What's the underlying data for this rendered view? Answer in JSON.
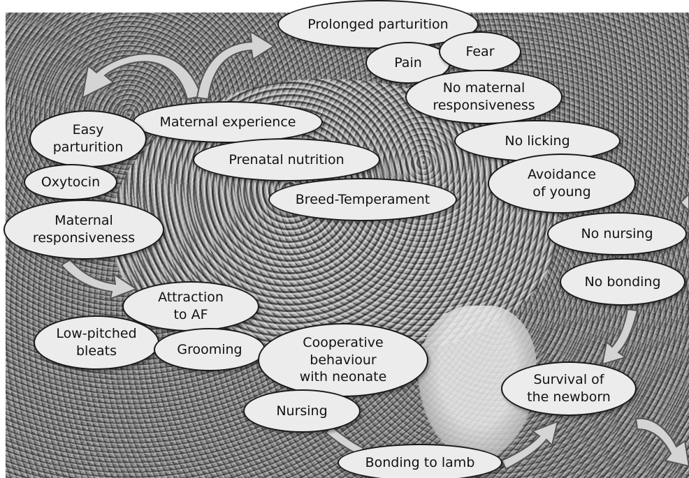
{
  "colors": {
    "bubble_fill": "#ececec",
    "bubble_border": "#1a1a1a",
    "arrow_fill": "#d4d4d4",
    "arrow_stroke": "#555555",
    "photo_tone": "#7f7f7f"
  },
  "background": {
    "icon": "ewe-with-newborn-lamb-photo"
  },
  "nodes": {
    "prolonged_parturition": "Prolonged parturition",
    "pain": "Pain",
    "fear": "Fear",
    "no_maternal_responsiveness": "No maternal\nresponsiveness",
    "no_licking": "No licking",
    "avoidance_of_young": "Avoidance\nof young",
    "no_nursing": "No nursing",
    "no_bonding": "No bonding",
    "survival_of_newborn": "Survival of\nthe newborn",
    "easy_parturition": "Easy\nparturition",
    "maternal_experience": "Maternal experience",
    "prenatal_nutrition": "Prenatal nutrition",
    "breed_temperament": "Breed-Temperament",
    "oxytocin": "Oxytocin",
    "maternal_responsiveness": "Maternal\nresponsiveness",
    "attraction_to_af": "Attraction\nto AF",
    "low_pitched_bleats": "Low-pitched\nbleats",
    "grooming": "Grooming",
    "cooperative_behaviour": "Cooperative\nbehaviour\nwith neonate",
    "nursing": "Nursing",
    "bonding_to_lamb": "Bonding to lamb"
  }
}
